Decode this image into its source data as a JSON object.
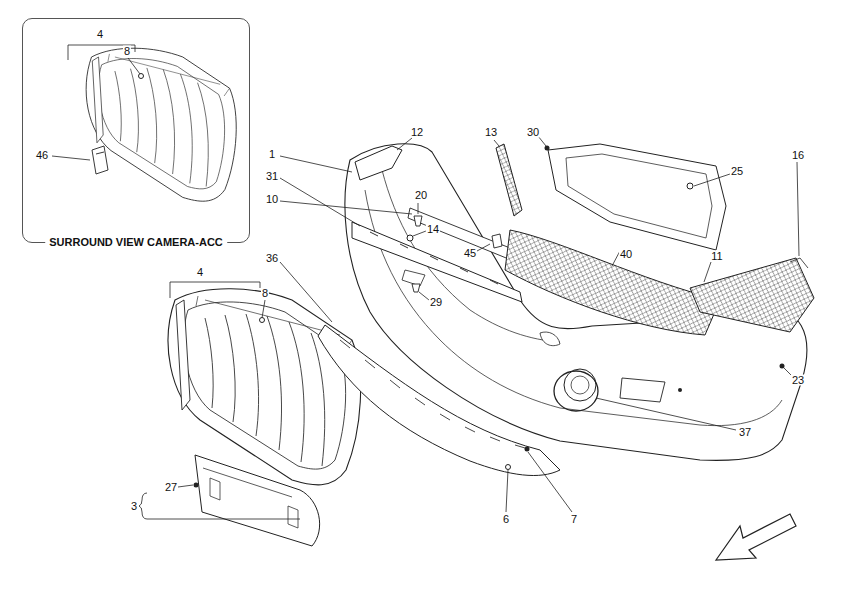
{
  "diagram": {
    "nodes": [
      {
        "text": [
          "SURROUND VIEW CAMERA-ACC"
        ]
      }
    ],
    "labels": [
      "4",
      "8",
      "12",
      "13",
      "30",
      "1",
      "31",
      "20",
      "14",
      "10",
      "46",
      "45",
      "25",
      "16",
      "40",
      "29",
      "36",
      "11",
      "4",
      "8",
      "23",
      "37",
      "6",
      "7",
      "27",
      "3"
    ]
  }
}
